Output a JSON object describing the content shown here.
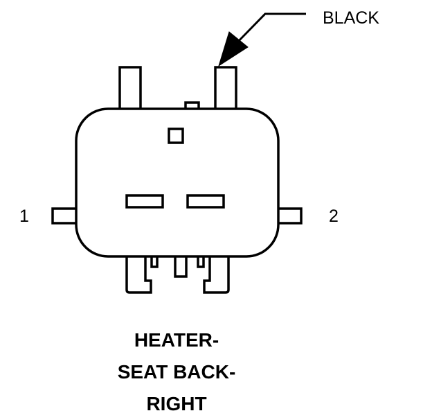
{
  "wire_color_label": "BLACK",
  "pins": {
    "pin_1": "1",
    "pin_2": "2"
  },
  "caption": {
    "line_1": "HEATER-",
    "line_2": "SEAT BACK-",
    "line_3": "RIGHT"
  },
  "colors": {
    "stroke": "#000000",
    "background": "#ffffff"
  }
}
